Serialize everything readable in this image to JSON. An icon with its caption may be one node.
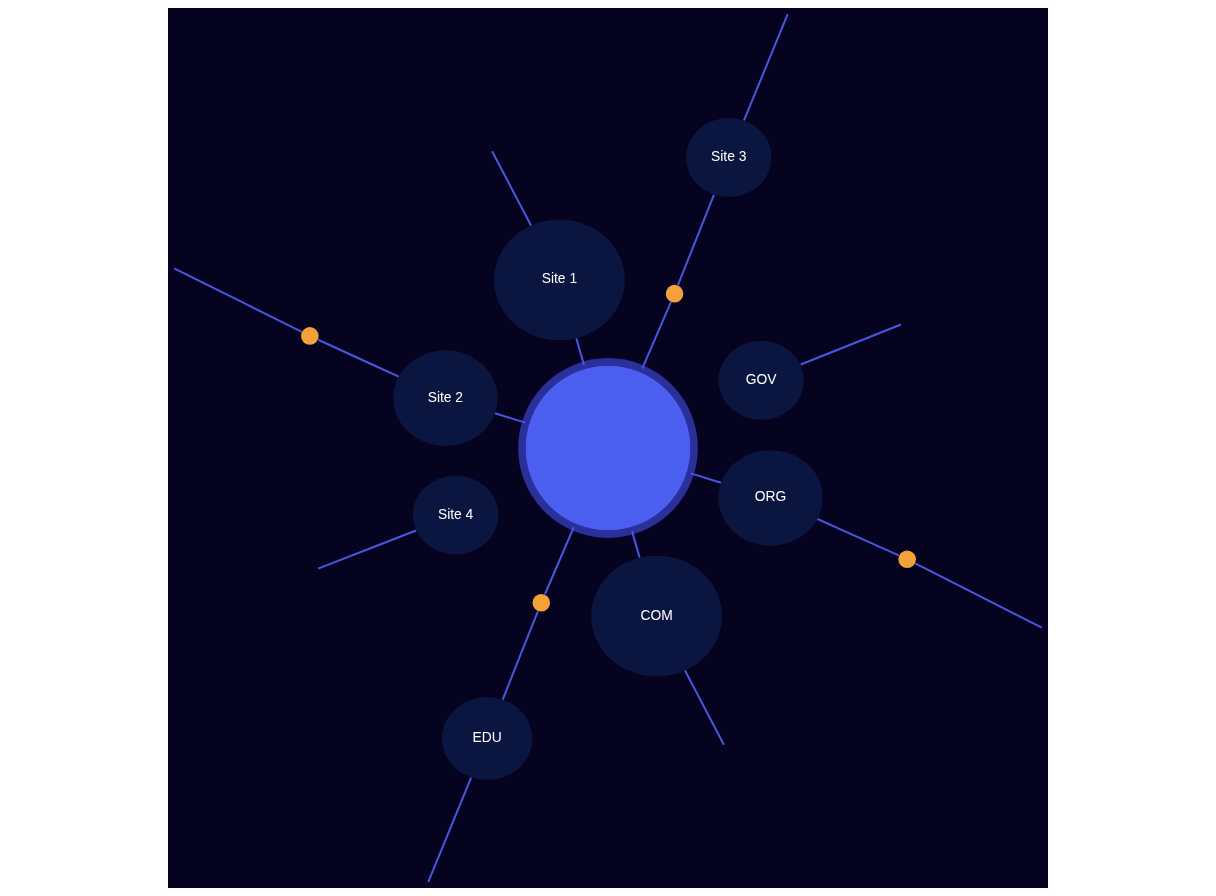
{
  "diagram": {
    "nodes": [
      {
        "text": [
          "Site 1"
        ]
      },
      {
        "text": [
          "Site 3"
        ]
      },
      {
        "text": [],
        "shape": "circle"
      },
      {
        "text": [
          "Site 2"
        ]
      },
      {
        "text": [],
        "shape": "circle"
      },
      {
        "text": [
          "Site 4"
        ]
      },
      {
        "text": [],
        "shape": "circle"
      },
      {
        "text": [
          "GOV"
        ]
      },
      {
        "text": [],
        "shape": "circle"
      },
      {
        "text": [
          "ORG"
        ]
      },
      {
        "text": [
          "EDU"
        ]
      },
      {
        "text": [],
        "shape": "circle"
      },
      {
        "text": [
          "COM"
        ]
      }
    ],
    "edges": [
      {
        "from": 6,
        "to": 0,
        "arrow": "none"
      },
      {
        "from": 0,
        "to": null,
        "arrow": "none"
      },
      {
        "from": 6,
        "to": 3,
        "arrow": "none"
      },
      {
        "from": 3,
        "to": 2,
        "arrow": "none"
      },
      {
        "from": 2,
        "to": null,
        "arrow": "none"
      },
      {
        "from": 6,
        "to": 4,
        "arrow": "none"
      },
      {
        "from": 4,
        "to": 1,
        "arrow": "none"
      },
      {
        "from": 1,
        "to": null,
        "arrow": "none"
      },
      {
        "from": 5,
        "to": null,
        "arrow": "none"
      },
      {
        "from": 7,
        "to": null,
        "arrow": "none"
      },
      {
        "from": 6,
        "to": 9,
        "arrow": "none"
      },
      {
        "from": 9,
        "to": 11,
        "arrow": "none"
      },
      {
        "from": 11,
        "to": null,
        "arrow": "none"
      },
      {
        "from": 6,
        "to": 8,
        "arrow": "none"
      },
      {
        "from": 8,
        "to": 10,
        "arrow": "none"
      },
      {
        "from": 10,
        "to": null,
        "arrow": "none"
      },
      {
        "from": 6,
        "to": 12,
        "arrow": "none"
      },
      {
        "from": 12,
        "to": null,
        "arrow": "none"
      }
    ]
  }
}
